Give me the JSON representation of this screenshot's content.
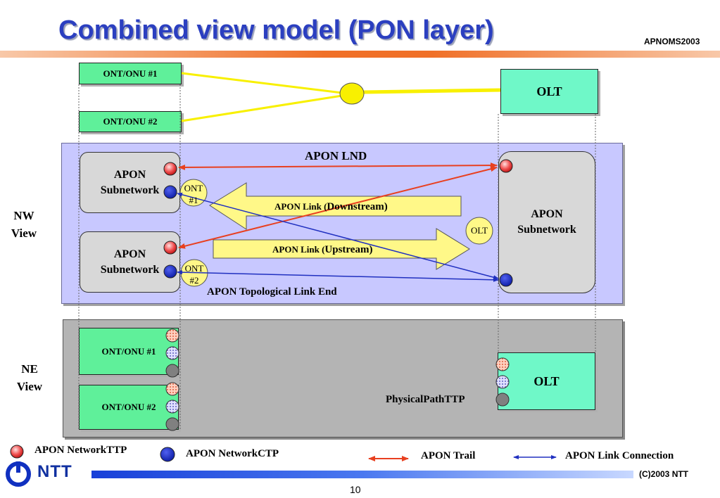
{
  "header": {
    "title": "Combined view model (PON layer)",
    "conference": "APNOMS2003"
  },
  "top": {
    "ont1": "ONT/ONU #1",
    "ont2": "ONT/ONU #2",
    "olt": "OLT"
  },
  "nw_view": {
    "side_label_1": "NW",
    "side_label_2": "View",
    "panel_title": "APON LND",
    "subnet_left_1": [
      "APON",
      "Subnetwork"
    ],
    "subnet_left_2": [
      "APON",
      "Subnetwork"
    ],
    "subnet_right": [
      "APON",
      "Subnetwork"
    ],
    "ont1_label": [
      "ONT",
      "#1"
    ],
    "ont2_label": [
      "ONT",
      "#2"
    ],
    "olt_label": "OLT",
    "downstream_prefix": "APON Link (",
    "downstream_suffix": "Downstream)",
    "upstream_prefix": "APON Link (",
    "upstream_suffix": "Upstream)",
    "topological_link_end": "APON Topological Link End"
  },
  "ne_view": {
    "side_label_1": "NE",
    "side_label_2": "View",
    "ont1": "ONT/ONU #1",
    "ont2": "ONT/ONU #2",
    "olt": "OLT",
    "physical_path": "PhysicalPathTTP"
  },
  "legend": {
    "network_ttp": "APON NetworkTTP",
    "network_ctp": "APON NetworkCTP",
    "trail": "APON Trail",
    "link_connection": "APON Link Connection"
  },
  "footer": {
    "logo_text": "NTT",
    "copyright": "(C)2003 NTT",
    "page": "10"
  },
  "colors": {
    "title": "#2b3fc0",
    "ttp_red": "#e03030",
    "ctp_blue": "#2030c0",
    "trail": "#e84020",
    "link_connection": "#2030c0",
    "arrow_fill": "#fff888",
    "fiber_yellow": "#f8f000"
  }
}
